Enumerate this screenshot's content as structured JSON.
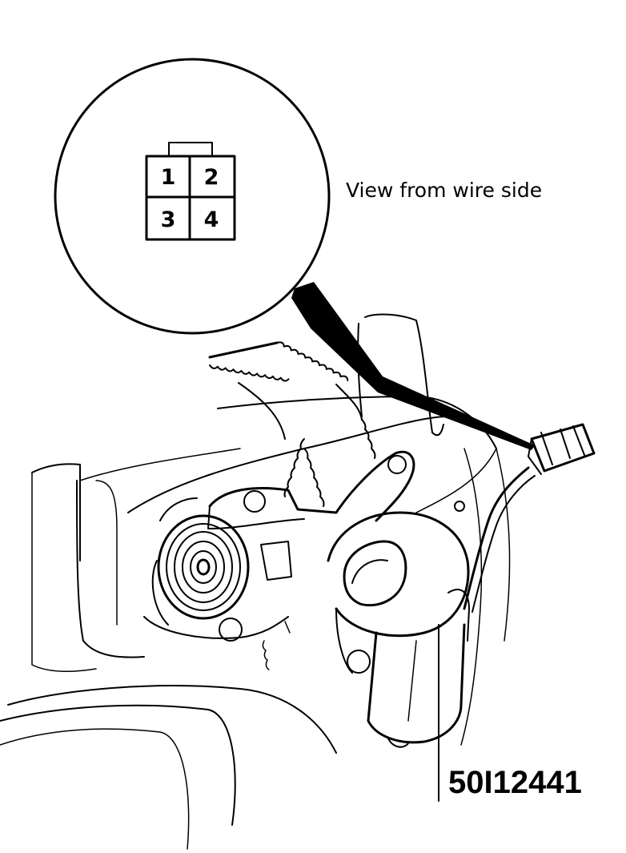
{
  "connector": {
    "view_label": "View from wire side",
    "pins": [
      {
        "label": "1"
      },
      {
        "label": "2"
      },
      {
        "label": "3"
      },
      {
        "label": "4"
      }
    ]
  },
  "figure": {
    "reference_code": "50I12441"
  },
  "colors": {
    "ink": "#000000",
    "paper": "#ffffff"
  }
}
